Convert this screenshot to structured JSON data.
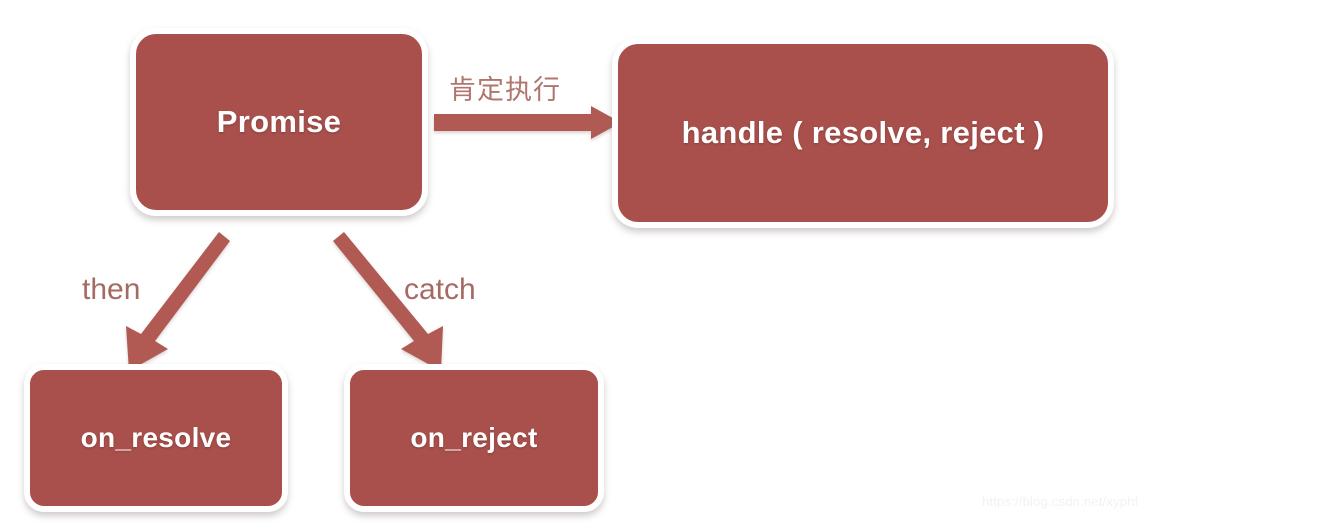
{
  "diagram": {
    "title": "Promise flow diagram",
    "background_color": "#ffffff",
    "node_fill_color": "#a9504c",
    "node_border_color": "#ffffff",
    "arrow_color": "#b05a52",
    "edge_label_color": "#a56a63",
    "node_text_color": "#ffffff",
    "nodes": [
      {
        "id": "promise",
        "label": "Promise"
      },
      {
        "id": "handle",
        "label": "handle ( resolve, reject )"
      },
      {
        "id": "on_resolve",
        "label": "on_resolve"
      },
      {
        "id": "on_reject",
        "label": "on_reject"
      }
    ],
    "edges": [
      {
        "id": "promise-to-handle",
        "from": "promise",
        "to": "handle",
        "label": "肯定执行",
        "direction": "right"
      },
      {
        "id": "promise-to-on-resolve",
        "from": "promise",
        "to": "on_resolve",
        "label": "then",
        "direction": "down-left"
      },
      {
        "id": "promise-to-on-reject",
        "from": "promise",
        "to": "on_reject",
        "label": "catch",
        "direction": "down-right"
      }
    ]
  },
  "watermark": {
    "text": "https://blog.csdn.net/xyphf"
  }
}
